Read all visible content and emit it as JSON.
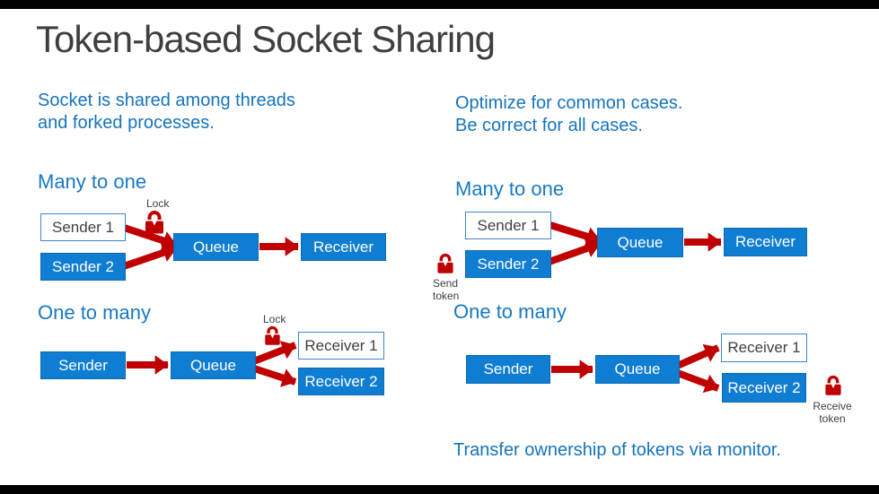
{
  "slide": {
    "title": "Token-based Socket Sharing",
    "intro_left": {
      "line1": "Socket is shared among threads",
      "line2": "and forked processes."
    },
    "intro_right": {
      "line1": "Optimize for common cases.",
      "line2": "Be correct for all cases."
    },
    "footer": "Transfer ownership of tokens via monitor."
  },
  "labels": {
    "lock": "Lock",
    "send_token": {
      "line1": "Send",
      "line2": "token"
    },
    "receive_token": {
      "line1": "Receive",
      "line2": "token"
    }
  },
  "diagrams": {
    "many_to_one_left": {
      "heading": "Many to one",
      "sender1": "Sender 1",
      "sender2": "Sender 2",
      "queue": "Queue",
      "receiver": "Receiver"
    },
    "many_to_one_right": {
      "heading": "Many to one",
      "sender1": "Sender 1",
      "sender2": "Sender 2",
      "queue": "Queue",
      "receiver": "Receiver"
    },
    "one_to_many_left": {
      "heading": "One to many",
      "sender": "Sender",
      "queue": "Queue",
      "receiver1": "Receiver 1",
      "receiver2": "Receiver 2"
    },
    "one_to_many_right": {
      "heading": "One to many",
      "sender": "Sender",
      "queue": "Queue",
      "receiver1": "Receiver 1",
      "receiver2": "Receiver 2"
    }
  },
  "colors": {
    "box_blue": "#0f7dd2",
    "text_blue": "#1573bc",
    "arrow_red": "#c00000",
    "title_gray": "#3f3f3f",
    "white_box_border": "#3d85c6",
    "label_gray": "#404040"
  }
}
